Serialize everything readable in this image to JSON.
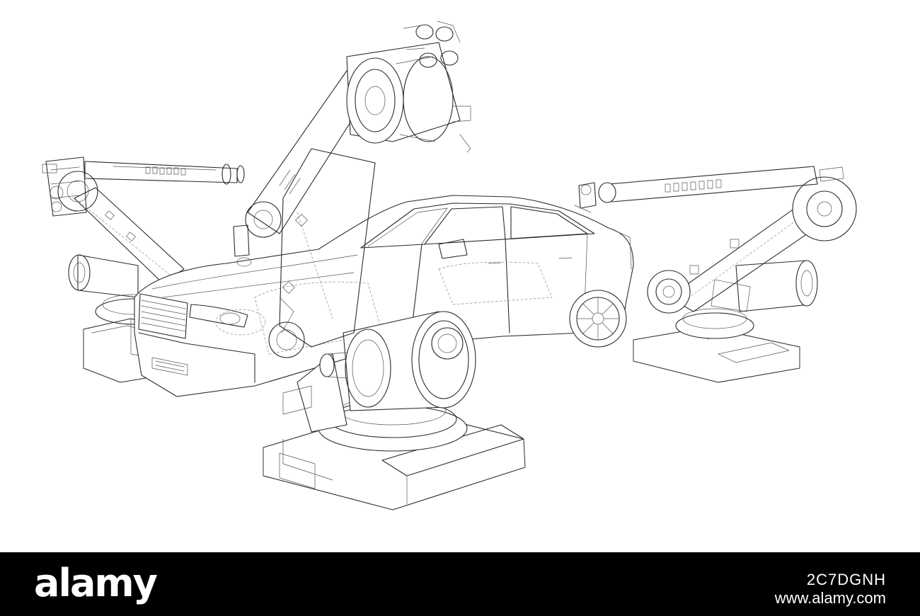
{
  "footer": {
    "brand": "alamy",
    "image_code": "2C7DGNH",
    "website": "www.alamy.com"
  },
  "colors": {
    "background": "#ffffff",
    "footer": "#000000",
    "line": "#2b2b2b"
  }
}
